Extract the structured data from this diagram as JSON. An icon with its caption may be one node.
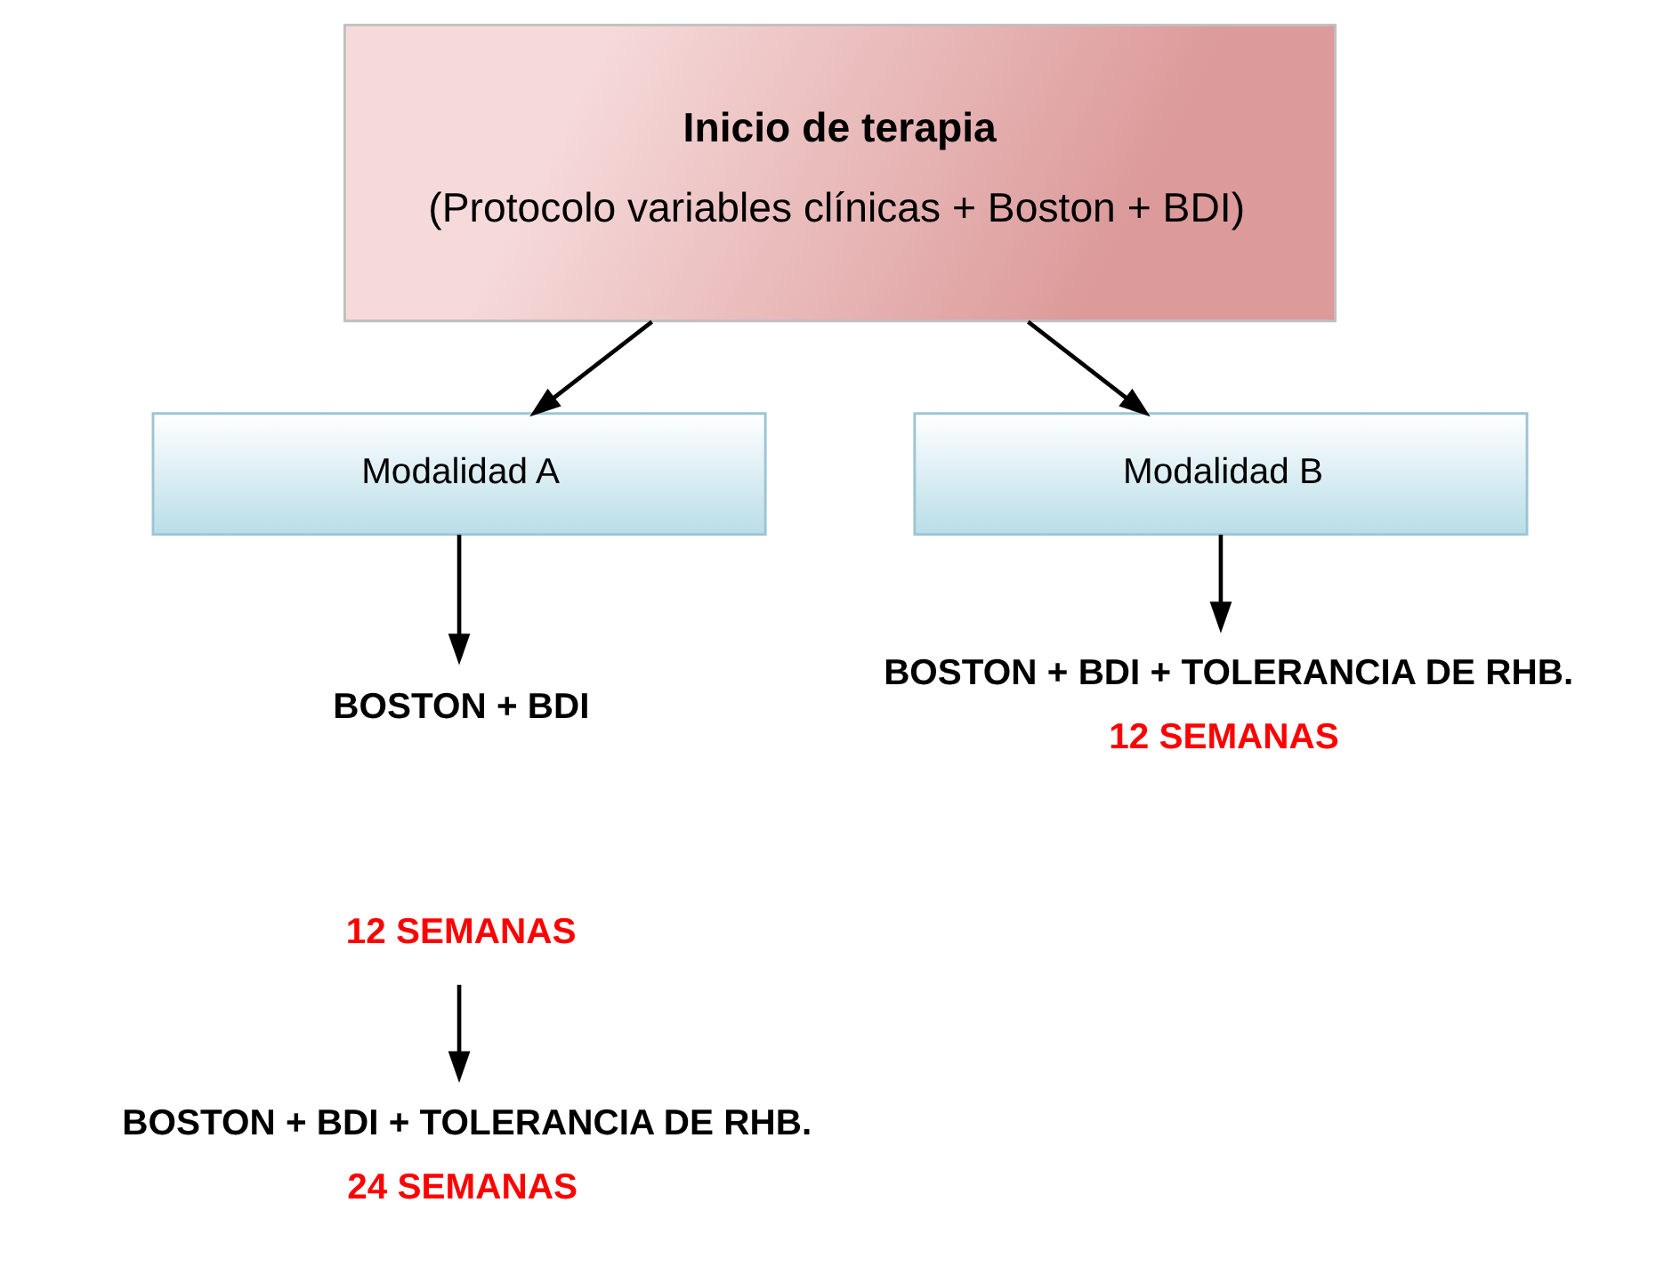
{
  "diagram": {
    "nodes": [
      {
        "text": [
          "Inicio de terapia",
          "(Protocolo variables clínicas + Boston + BDI)"
        ]
      },
      {
        "text": [
          "Modalidad A"
        ]
      },
      {
        "text": [
          "Modalidad B"
        ]
      },
      {
        "text": [
          "BOSTON + BDI"
        ]
      },
      {
        "text": [
          "12 SEMANAS"
        ]
      },
      {
        "text": [
          "BOSTON + BDI + TOLERANCIA DE RHB."
        ],
        "beside": [
          "12 SEMANAS"
        ]
      },
      {
        "text": [
          "BOSTON + BDI + TOLERANCIA DE RHB."
        ],
        "beside": [
          "24 SEMANAS"
        ]
      }
    ],
    "edges": [
      {
        "from": 0,
        "to": 1,
        "arrow": "to"
      },
      {
        "from": 0,
        "to": 2,
        "arrow": "to"
      },
      {
        "from": 1,
        "to": 3,
        "arrow": "to"
      },
      {
        "from": 2,
        "to": 5,
        "arrow": "to"
      },
      {
        "from": 4,
        "to": 6,
        "arrow": "to"
      }
    ]
  }
}
